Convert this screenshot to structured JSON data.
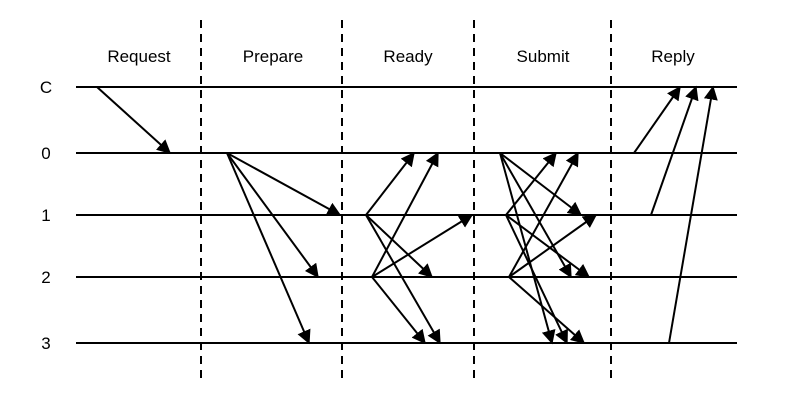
{
  "phases": [
    {
      "id": "request",
      "label": "Request"
    },
    {
      "id": "prepare",
      "label": "Prepare"
    },
    {
      "id": "ready",
      "label": "Ready"
    },
    {
      "id": "submit",
      "label": "Submit"
    },
    {
      "id": "reply",
      "label": "Reply"
    }
  ],
  "nodes": [
    {
      "id": "C",
      "label": "C"
    },
    {
      "id": "0",
      "label": "0"
    },
    {
      "id": "1",
      "label": "1"
    },
    {
      "id": "2",
      "label": "2"
    },
    {
      "id": "3",
      "label": "3"
    }
  ],
  "messages": [
    {
      "phase": "request",
      "from": "C",
      "to": "0"
    },
    {
      "phase": "prepare",
      "from": "0",
      "to": "1"
    },
    {
      "phase": "prepare",
      "from": "0",
      "to": "2"
    },
    {
      "phase": "prepare",
      "from": "0",
      "to": "3"
    },
    {
      "phase": "ready",
      "from": "1",
      "to": "0"
    },
    {
      "phase": "ready",
      "from": "1",
      "to": "2"
    },
    {
      "phase": "ready",
      "from": "1",
      "to": "3"
    },
    {
      "phase": "ready",
      "from": "2",
      "to": "0"
    },
    {
      "phase": "ready",
      "from": "2",
      "to": "1"
    },
    {
      "phase": "ready",
      "from": "2",
      "to": "3"
    },
    {
      "phase": "submit",
      "from": "0",
      "to": "1"
    },
    {
      "phase": "submit",
      "from": "0",
      "to": "2"
    },
    {
      "phase": "submit",
      "from": "0",
      "to": "3"
    },
    {
      "phase": "submit",
      "from": "1",
      "to": "0"
    },
    {
      "phase": "submit",
      "from": "1",
      "to": "2"
    },
    {
      "phase": "submit",
      "from": "1",
      "to": "3"
    },
    {
      "phase": "submit",
      "from": "2",
      "to": "0"
    },
    {
      "phase": "submit",
      "from": "2",
      "to": "1"
    },
    {
      "phase": "submit",
      "from": "2",
      "to": "3"
    },
    {
      "phase": "reply",
      "from": "0",
      "to": "C"
    },
    {
      "phase": "reply",
      "from": "1",
      "to": "C"
    },
    {
      "phase": "reply",
      "from": "3",
      "to": "C"
    }
  ]
}
